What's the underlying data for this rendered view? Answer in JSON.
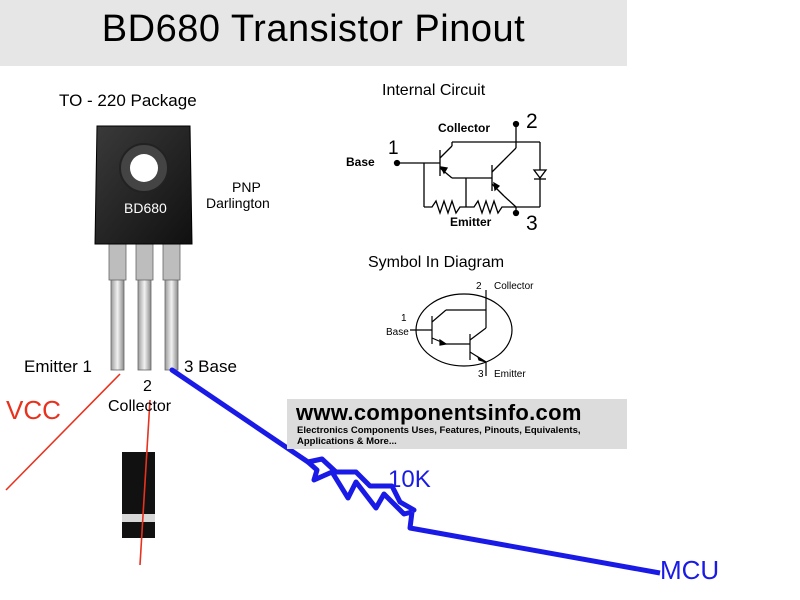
{
  "title": "BD680 Transistor Pinout",
  "package": {
    "label": "TO - 220 Package",
    "marking": "BD680",
    "type_line1": "PNP",
    "type_line2": "Darlington"
  },
  "pins": {
    "emitter": "Emitter 1",
    "collector_num": "2",
    "collector": "Collector",
    "base": "3 Base"
  },
  "internal_circuit": {
    "heading": "Internal Circuit",
    "collector_label": "Collector",
    "collector_num": "2",
    "base_label": "Base",
    "base_num": "1",
    "emitter_label": "Emitter",
    "emitter_num": "3"
  },
  "symbol": {
    "heading": "Symbol In Diagram",
    "collector_num": "2",
    "collector_label": "Collector",
    "base_num": "1",
    "base_label": "Base",
    "emitter_num": "3",
    "emitter_label": "Emitter"
  },
  "circuit": {
    "vcc": "VCC",
    "resistor": "10K",
    "mcu": "MCU",
    "colors": {
      "vcc_wire": "#e8321e",
      "base_wire": "#1a1ae6",
      "label_red": "#e8321e",
      "label_blue": "#1a1ae6"
    }
  },
  "watermark": {
    "url": "www.componentsinfo.com",
    "description": "Electronics Components Uses, Features, Pinouts, Equivalents, Applications & More..."
  }
}
